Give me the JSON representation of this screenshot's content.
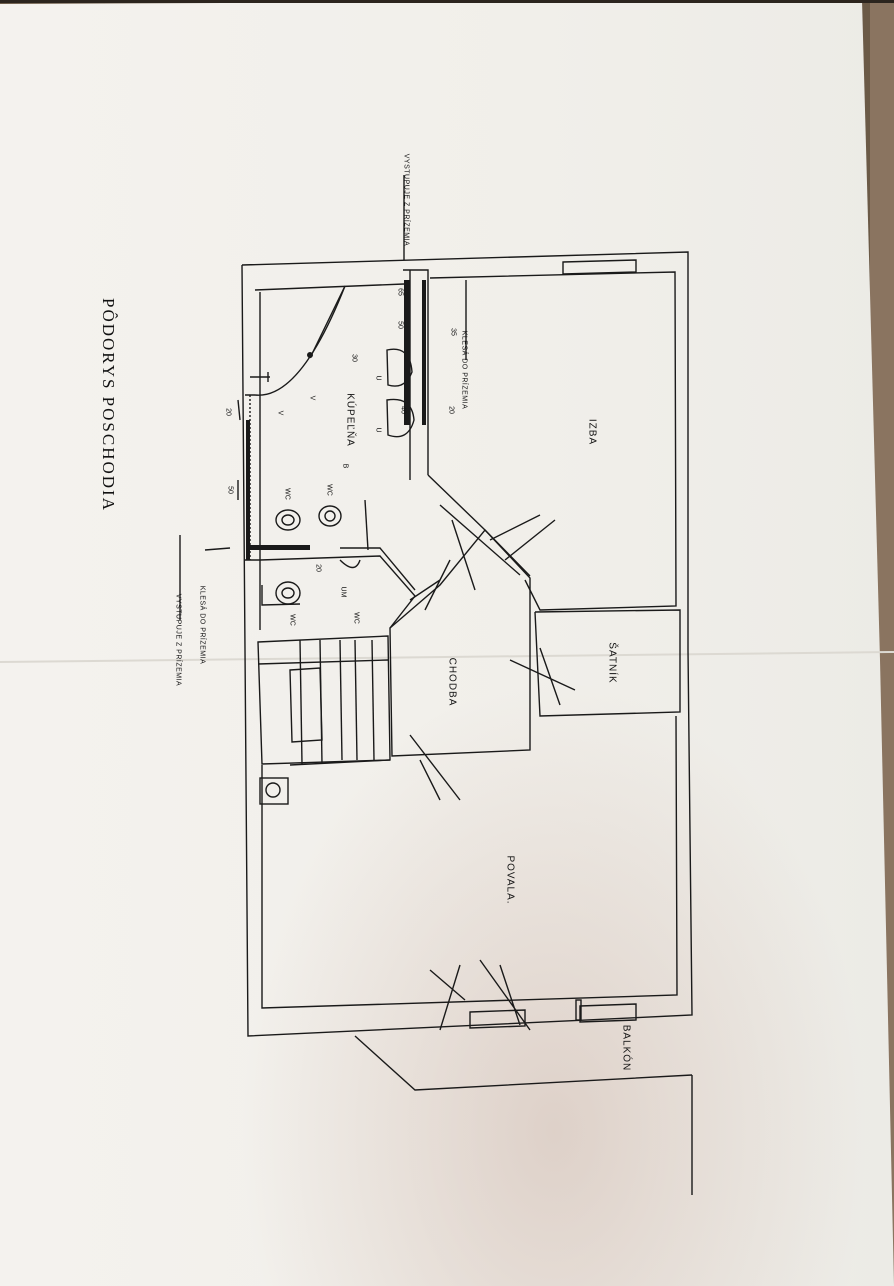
{
  "title": "PÔDORYS POSCHODIA",
  "rooms": {
    "izba": "IZBA",
    "kupelna": "KÚPEĽŇA",
    "satnik": "ŠATNÍK",
    "chodba": "CHODBA",
    "povala": "POVALA.",
    "balkon": "BALKÓN",
    "wc1": "WC",
    "wc2": "WC",
    "wc_um": "WC",
    "wc_um_sub": "UM"
  },
  "notes": {
    "vystupuje_top": "VYSTUPUJE Z PRÍZEMIA",
    "klesa_top": "KLESÁ DO PRÍZEMIA",
    "klesa_bottom": "KLESÁ DO PRÍZEMIA",
    "vystupuje_bottom": "VYSTUPUJE Z PRÍZEMIA"
  },
  "fixtures": {
    "u1": "U",
    "u2": "U",
    "v1": "V",
    "v2": "V",
    "b": "B"
  },
  "dims": {
    "d65": "65",
    "d35": "35",
    "d50": "50",
    "d40": "40",
    "d20a": "20",
    "d30a": "30",
    "d20b": "20",
    "d50b": "50",
    "d20c": "20"
  },
  "colors": {
    "paper": "#f3f1ec",
    "ink": "#1a1a1a",
    "background": "#6b5a47"
  }
}
